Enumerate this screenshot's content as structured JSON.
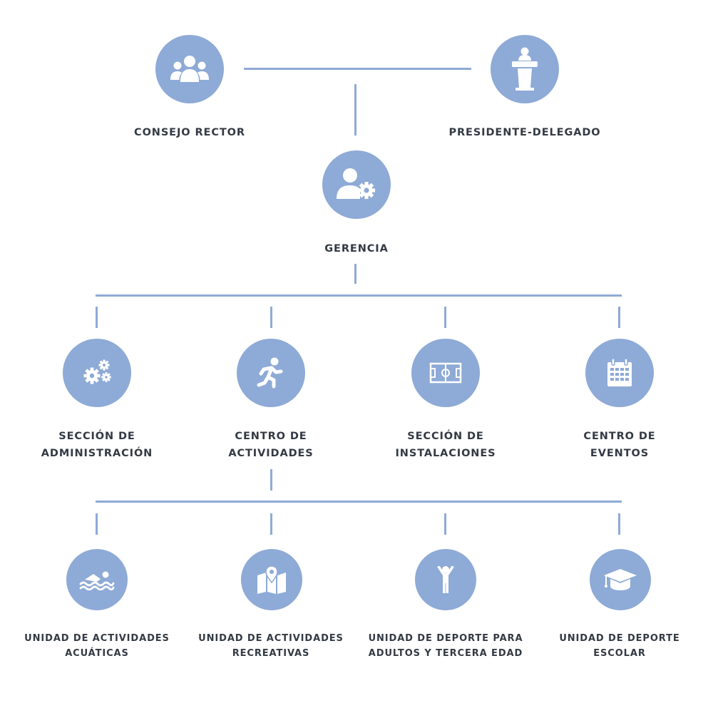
{
  "diagram": {
    "top": [
      {
        "label": "CONSEJO RECTOR",
        "icon": "people-group-icon"
      },
      {
        "label": "PRESIDENTE-DELEGADO",
        "icon": "lectern-icon"
      }
    ],
    "management": {
      "label": "GERENCIA",
      "icon": "user-gear-icon"
    },
    "sections": [
      {
        "line1": "SECCIÓN DE",
        "line2": "ADMINISTRACIÓN",
        "icon": "gears-icon"
      },
      {
        "line1": "CENTRO DE",
        "line2": "ACTIVIDADES",
        "icon": "running-person-icon"
      },
      {
        "line1": "SECCIÓN DE",
        "line2": "INSTALACIONES",
        "icon": "sports-field-icon"
      },
      {
        "line1": "CENTRO DE",
        "line2": "EVENTOS",
        "icon": "calendar-icon"
      }
    ],
    "units": [
      {
        "line1": "UNIDAD DE ACTIVIDADES",
        "line2": "ACUÁTICAS",
        "icon": "swimmer-icon"
      },
      {
        "line1": "UNIDAD DE ACTIVIDADES",
        "line2": "RECREATIVAS",
        "icon": "map-pin-icon"
      },
      {
        "line1": "UNIDAD DE DEPORTE PARA",
        "line2": "ADULTOS Y TERCERA EDAD",
        "icon": "person-arms-up-icon"
      },
      {
        "line1": "UNIDAD DE DEPORTE",
        "line2": "ESCOLAR",
        "icon": "graduation-cap-icon"
      }
    ]
  },
  "colors": {
    "node": "#8eaad6",
    "line": "#8eaad6",
    "text": "#333a44",
    "icon": "#ffffff"
  }
}
